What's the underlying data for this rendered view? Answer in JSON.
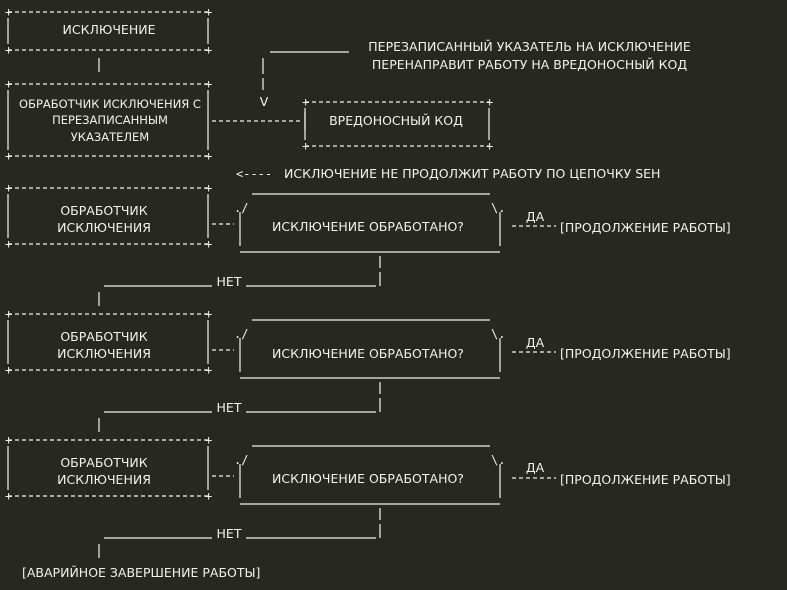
{
  "colors": {
    "background": "#272822",
    "foreground": "#f2f2ec"
  },
  "top_block": {
    "exception_box": "ИСКЛЮЧЕНИЕ",
    "overwritten_handler_box": [
      "ОБРАБОТЧИК ИСКЛЮЧЕНИЯ С",
      "ПЕРЕЗАПИСАННЫМ",
      "УКАЗАТЕЛЕМ"
    ],
    "pointer_note": [
      "ПЕРЕЗАПИСАННЫЙ УКАЗАТЕЛЬ НА ИСКЛЮЧЕНИЕ",
      "ПЕРЕНАПРАВИТ РАБОТУ НА ВРЕДОНОСНЫЙ КОД"
    ],
    "arrow_head": "V",
    "malicious_box": "ВРЕДОНОСНЫЙ КОД",
    "seh_note_arrow": "<----",
    "seh_note": "ИСКЛЮЧЕНИЕ НЕ ПРОДОЛЖИТ РАБОТУ ПО ЦЕПОЧКУ SEH"
  },
  "stages": [
    {
      "handler": [
        "ОБРАБОТЧИК",
        "ИСКЛЮЧЕНИЯ"
      ],
      "question": "ИСКЛЮЧЕНИЕ ОБРАБОТАНО?",
      "yes": "ДА",
      "continue": "[ПРОДОЛЖЕНИЕ РАБОТЫ]",
      "no": "НЕТ"
    },
    {
      "handler": [
        "ОБРАБОТЧИК",
        "ИСКЛЮЧЕНИЯ"
      ],
      "question": "ИСКЛЮЧЕНИЕ ОБРАБОТАНО?",
      "yes": "ДА",
      "continue": "[ПРОДОЛЖЕНИЕ РАБОТЫ]",
      "no": "НЕТ"
    },
    {
      "handler": [
        "ОБРАБОТЧИК",
        "ИСКЛЮЧЕНИЯ"
      ],
      "question": "ИСКЛЮЧЕНИЕ ОБРАБОТАНО?",
      "yes": "ДА",
      "continue": "[ПРОДОЛЖЕНИЕ РАБОТЫ]",
      "no": "НЕТ"
    }
  ],
  "final": "[АВАРИЙНОЕ ЗАВЕРШЕНИЕ РАБОТЫ]"
}
